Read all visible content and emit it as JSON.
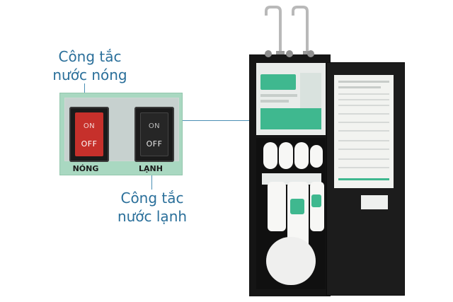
{
  "callouts": {
    "hot_switch": "Công tắc\nnước nóng",
    "cold_switch": "Công tắc\nnước lạnh"
  },
  "switches": [
    {
      "on": "ON",
      "off": "OFF",
      "label": "NÓNG",
      "color": "#c6302b"
    },
    {
      "on": "ON",
      "off": "OFF",
      "label": "LẠNH",
      "color": "#1e1e1e"
    }
  ],
  "colors": {
    "callout_text": "#2a6f9a",
    "panel_bg": "#a9d8c1",
    "brand_green": "#3fb88f"
  }
}
